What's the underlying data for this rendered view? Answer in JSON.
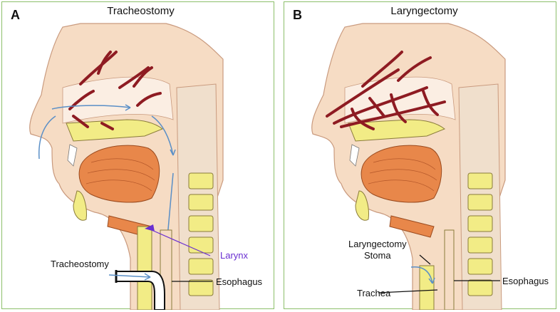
{
  "panels": [
    {
      "letter": "A",
      "title": "Tracheostomy",
      "labels": {
        "larynx": "Larynx",
        "tracheostomy": "Tracheostomy",
        "esophagus": "Esophagus"
      }
    },
    {
      "letter": "B",
      "title": "Laryngectomy",
      "labels": {
        "stoma_line1": "Laryngectomy",
        "stoma_line2": "Stoma",
        "esophagus": "Esophagus",
        "trachea": "Trachea"
      }
    }
  ],
  "colors": {
    "border": "#8cbf6a",
    "skin": "#f6dcc4",
    "skin_outline": "#c99a7e",
    "vessels": "#8e1b22",
    "tongue": "#e8874a",
    "bone": "#f2ec86",
    "airflow": "#5a8fc7",
    "larynx_label": "#6a2fd1"
  }
}
